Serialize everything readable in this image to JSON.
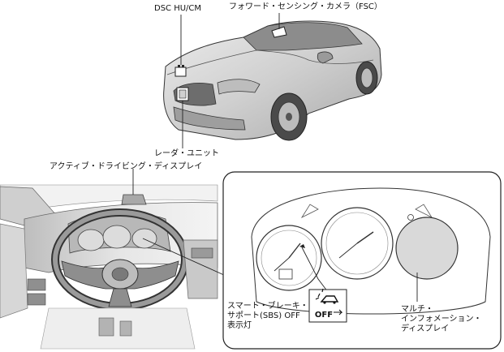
{
  "labels": {
    "dsc_hu_cm": "DSC HU/CM",
    "fsc": "フォワード・センシング・カメラ（FSC）",
    "radar_unit": "レーダ・ユニット",
    "active_driving_display": "アクティブ・ドライビング・ディスプレイ",
    "sbs_off_indicator": "スマート・ブレーキ・\nサポート(SBS) OFF\n表示灯",
    "multi_info_display": "マルチ・\nインフォメーション・\nディスプレイ"
  },
  "indicator": {
    "off_text": "OFF"
  },
  "colors": {
    "line": "#222222",
    "car_body": "#d6d6d6",
    "car_shadow": "#9a9a9a",
    "display_fill": "#d9d9d9"
  }
}
